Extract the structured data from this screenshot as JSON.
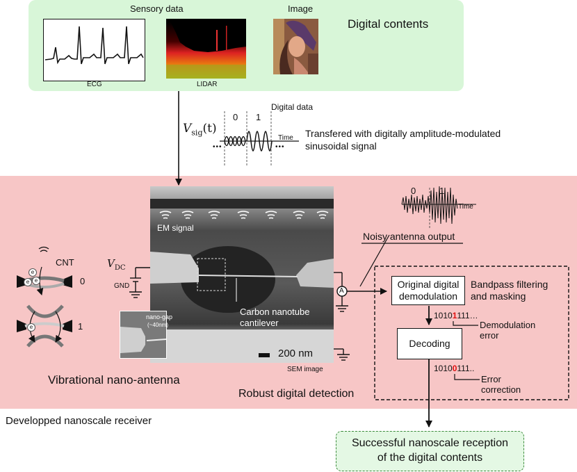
{
  "top": {
    "sensory_label": "Sensory data",
    "image_label": "Image",
    "ecg_label": "ECG",
    "lidar_label": "LIDAR",
    "digital_contents": "Digital contents"
  },
  "signal": {
    "vsig": "V",
    "vsig_sub": "sig",
    "vsig_arg": "(t)",
    "digital_data": "Digital data",
    "bit0": "0",
    "bit1": "1",
    "time": "Time",
    "dots_left": "•••",
    "dots_right": "•••",
    "desc_line1": "Transfered with digitally amplitude-modulated",
    "desc_line2": "sinusoidal signal"
  },
  "sem": {
    "em_signal": "EM signal",
    "vdc": "V",
    "vdc_sub": "DC",
    "gnd": "GND",
    "nanogap_line1": "nano-gap",
    "nanogap_line2": "(~40nm)",
    "cnt_label_line1": "Carbon nanotube",
    "cnt_label_line2": "cantilever",
    "scale": "200 nm",
    "sem_caption": "SEM image",
    "ammeter": "A"
  },
  "antenna": {
    "cnt": "CNT",
    "state0": "0",
    "state1": "1",
    "electron": "e",
    "title": "Vibrational nano-antenna"
  },
  "detection": {
    "bit0": "0",
    "bit1": "1",
    "time": "Time",
    "noisy_output": "Noisy antenna output",
    "box1_line1": "Original digital",
    "box1_line2": "demodulation",
    "bandpass_line1": "Bandpass filtering",
    "bandpass_line2": "and masking",
    "bits1_pre": "1010",
    "bits1_err": "1",
    "bits1_post": "111…",
    "demod_err_line1": "Demodulation",
    "demod_err_line2": "error",
    "decoding": "Decoding",
    "bits2_pre": "1010",
    "bits2_err": "0",
    "bits2_post": "111..",
    "err_corr_line1": "Error",
    "err_corr_line2": "correction",
    "robust": "Robust digital detection"
  },
  "footer": {
    "receiver": "Developped nanoscale receiver",
    "final_line1": "Successful nanoscale reception",
    "final_line2": "of the digital contents"
  },
  "colors": {
    "green_panel": "#d8f6d8",
    "pink_panel": "#f7c6c6",
    "error_red": "#e01010"
  }
}
